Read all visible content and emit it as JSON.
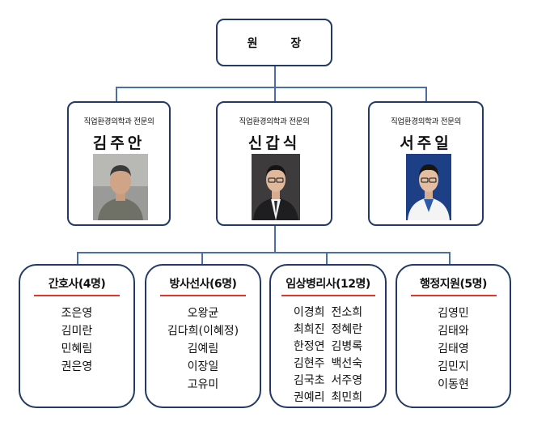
{
  "director": {
    "title": "원 장"
  },
  "doctors": [
    {
      "role": "직업환경의학과 전문의",
      "name": "김주안"
    },
    {
      "role": "직업환경의학과 전문의",
      "name": "신갑식"
    },
    {
      "role": "직업환경의학과 전문의",
      "name": "서주일"
    }
  ],
  "departments": [
    {
      "title": "간호사(4명)",
      "members": [
        "조은영",
        "김미란",
        "민혜림",
        "권은영"
      ]
    },
    {
      "title": "방사선사(6명)",
      "members": [
        "오왕균",
        "김다희(이혜정)",
        "김예림",
        "이장일",
        "고유미"
      ]
    },
    {
      "title": "임상병리사(12명)",
      "member_pairs": [
        [
          "이경희",
          "전소희"
        ],
        [
          "최희진",
          "정혜란"
        ],
        [
          "한정연",
          "김병록"
        ],
        [
          "김현주",
          "백선숙"
        ],
        [
          "김국초",
          "서주영"
        ],
        [
          "권예리",
          "최민희"
        ]
      ]
    },
    {
      "title": "행정지원(5명)",
      "members": [
        "김영민",
        "김태와",
        "김태영",
        "김민지",
        "이동현"
      ]
    }
  ],
  "colors": {
    "border": "#233a66",
    "connector": "#4a6fa5",
    "accent_rule": "#e0362b"
  }
}
